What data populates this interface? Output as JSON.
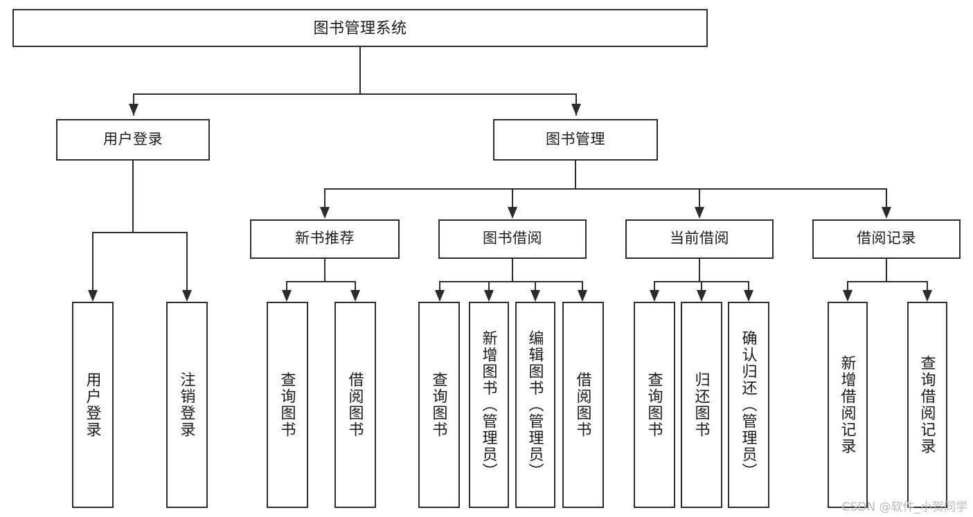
{
  "diagram": {
    "type": "tree-hierarchy",
    "title": "图书管理系统",
    "watermark": "CSDN @软件_小贺同学",
    "colors": {
      "stroke": "#2b2b2b",
      "fill": "#ffffff",
      "text": "#1a1a1a",
      "watermark": "#b9b9b9"
    },
    "levels": {
      "root": {
        "label": "图书管理系统"
      },
      "level2": [
        {
          "label": "用户登录"
        },
        {
          "label": "图书管理"
        }
      ],
      "level3": [
        {
          "label": "新书推荐"
        },
        {
          "label": "图书借阅"
        },
        {
          "label": "当前借阅"
        },
        {
          "label": "借阅记录"
        }
      ],
      "leaves": {
        "user_login": [
          {
            "label": "用户登录"
          },
          {
            "label": "注销登录"
          }
        ],
        "new_book": [
          {
            "label": "查询图书"
          },
          {
            "label": "借阅图书"
          }
        ],
        "book_borrow": [
          {
            "label": "查询图书"
          },
          {
            "label": "新增图书（管理员）"
          },
          {
            "label": "编辑图书（管理员）"
          },
          {
            "label": "借阅图书"
          }
        ],
        "current_borrow": [
          {
            "label": "查询图书"
          },
          {
            "label": "归还图书"
          },
          {
            "label": "确认归还（管理员）"
          }
        ],
        "borrow_record": [
          {
            "label": "新增借阅记录"
          },
          {
            "label": "查询借阅记录"
          }
        ]
      }
    }
  }
}
